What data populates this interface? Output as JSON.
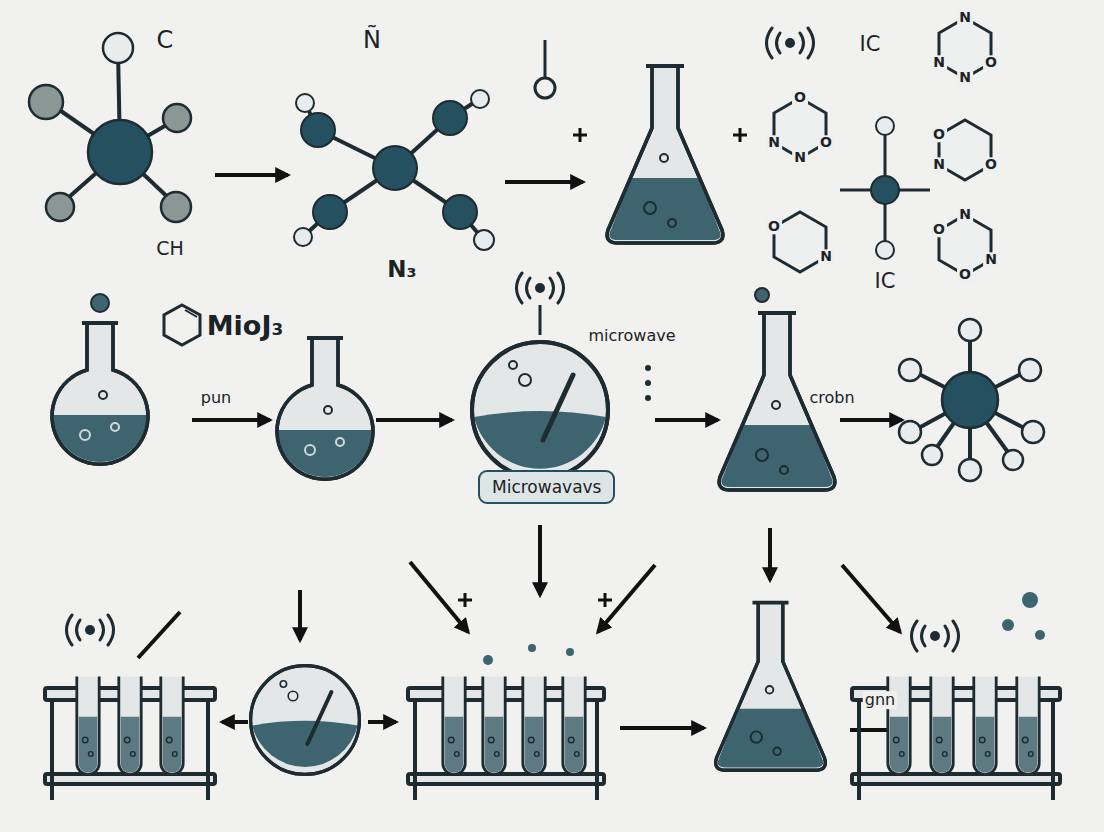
{
  "diagram": {
    "nodes": [
      {
        "text": [
          "Microwavavs"
        ]
      }
    ],
    "labels": [
      "C",
      "Ñ",
      "CH",
      "N₃",
      "IC",
      "IC",
      "MioJ₃",
      "pun",
      "microwave",
      "crobn",
      "gnn",
      "N",
      "O",
      "N",
      "N",
      "O",
      "N",
      "O",
      "N",
      "O",
      "N",
      "O",
      "O",
      "N",
      "N",
      "O",
      "N",
      "O"
    ]
  }
}
